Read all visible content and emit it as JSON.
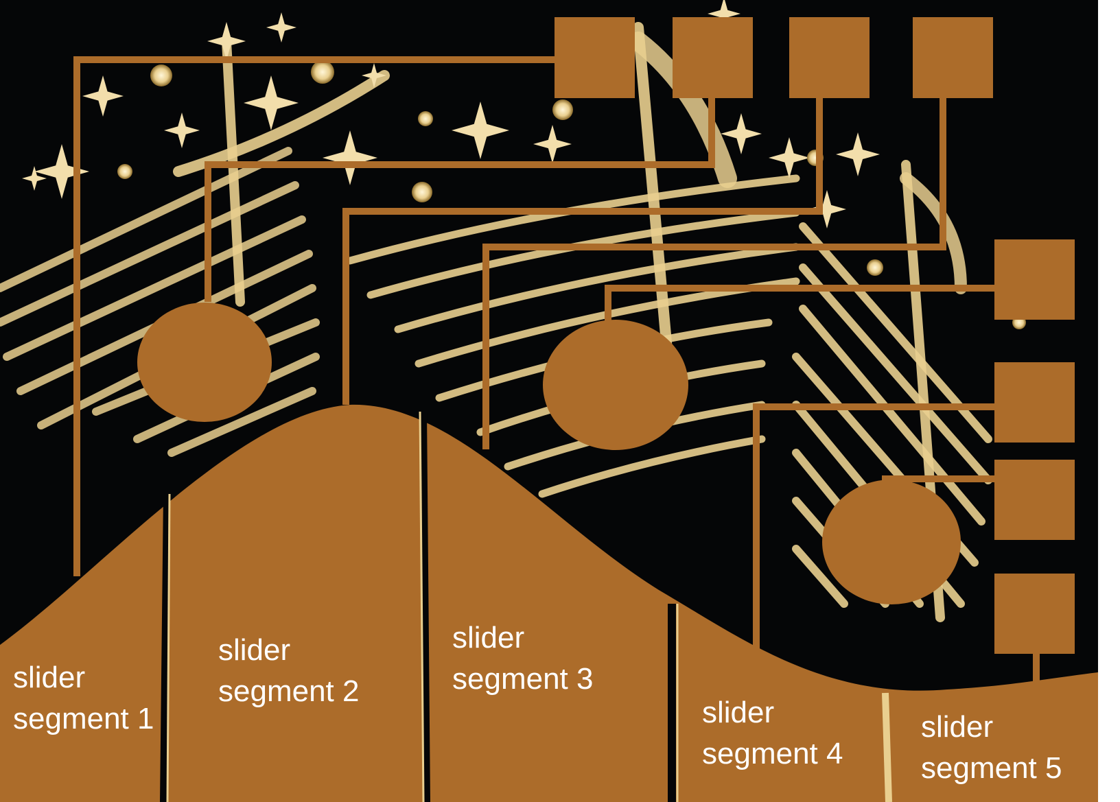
{
  "colors": {
    "background": "#050607",
    "copper": "#ac6c2a",
    "gold": "#e9cf8f",
    "gold_dim": "#b89a52",
    "label": "#ffffff"
  },
  "segments": [
    {
      "line1": "slider",
      "line2": "segment 1"
    },
    {
      "line1": "slider",
      "line2": "segment 2"
    },
    {
      "line1": "slider",
      "line2": "segment 3"
    },
    {
      "line1": "slider",
      "line2": "segment 4"
    },
    {
      "line1": "slider",
      "line2": "segment 5"
    }
  ]
}
